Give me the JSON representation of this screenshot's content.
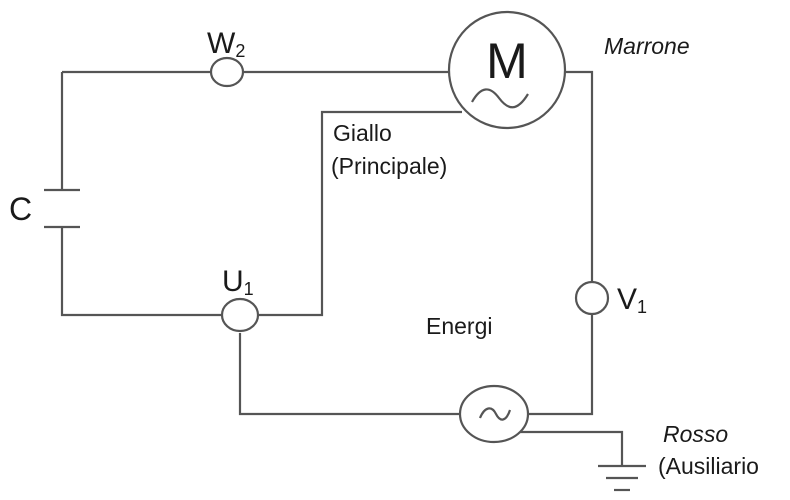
{
  "motor": {
    "symbol": "M"
  },
  "terminals": {
    "w2": {
      "letter": "W",
      "sub": "2"
    },
    "u1": {
      "letter": "U",
      "sub": "1"
    },
    "v1": {
      "letter": "V",
      "sub": "1"
    }
  },
  "capacitor": {
    "label": "C"
  },
  "wires": {
    "brown": "Marrone",
    "yellow": "Giallo",
    "yellow_role": "(Principale)",
    "red": "Rosso",
    "red_role": "(Ausiliario"
  },
  "supply": {
    "label": "Energi"
  },
  "colors": {
    "line": "#555555",
    "text": "#1a1a1a"
  }
}
